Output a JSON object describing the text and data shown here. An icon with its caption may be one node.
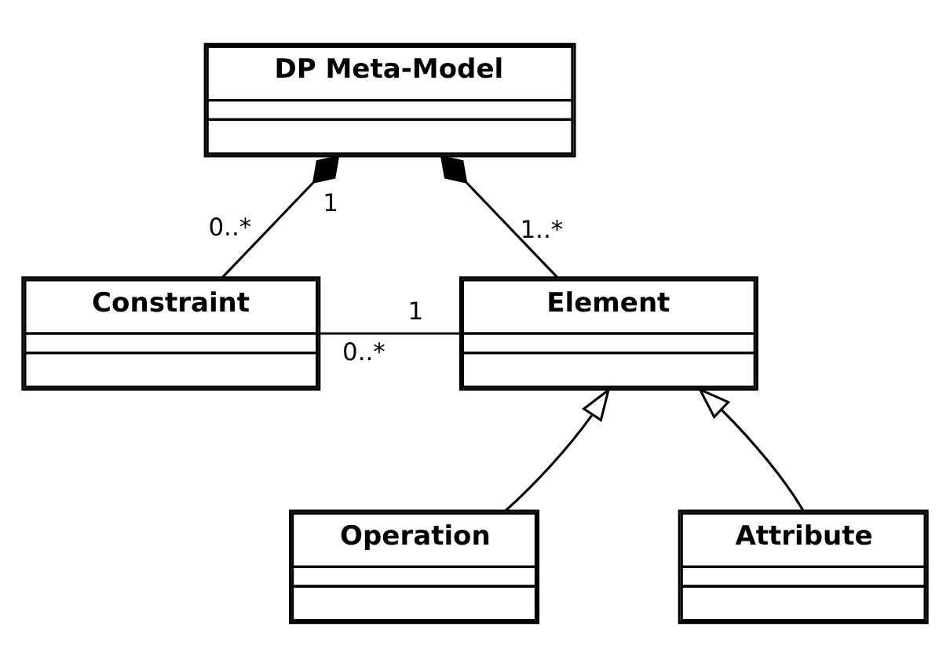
{
  "diagram": {
    "nodes": [
      {
        "text": [
          "DP Meta-Model"
        ]
      },
      {
        "text": [
          "Constraint"
        ]
      },
      {
        "text": [
          "Element"
        ]
      },
      {
        "text": [
          "Operation"
        ]
      },
      {
        "text": [
          "Attribute"
        ]
      }
    ],
    "edges": [
      {
        "from": 0,
        "to": 1,
        "arrow": "other"
      },
      {
        "from": 0,
        "to": 2,
        "arrow": "other"
      },
      {
        "from": 1,
        "to": 2,
        "arrow": "none"
      },
      {
        "from": 3,
        "to": 2,
        "arrow": "to"
      },
      {
        "from": 4,
        "to": 2,
        "arrow": "to"
      }
    ],
    "labels": [
      "1",
      "0..*",
      "1..*",
      "0..*",
      "1"
    ]
  }
}
